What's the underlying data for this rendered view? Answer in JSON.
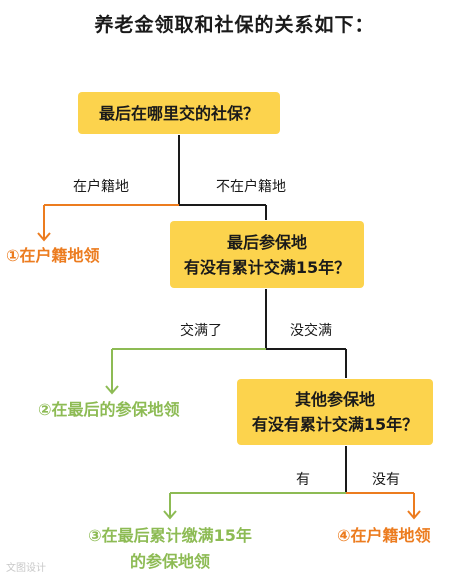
{
  "title": "养老金领取和社保的关系如下：",
  "colors": {
    "box": "#fcd34d",
    "line": "#1a1a1a",
    "orange": "#ec7c1f",
    "green": "#8dbb54"
  },
  "q1": {
    "text": "最后在哪里交的社保？"
  },
  "q2": {
    "line1": "最后参保地",
    "line2": "有没有累计交满15年？"
  },
  "q3": {
    "line1": "其他参保地",
    "line2": "有没有累计交满15年？"
  },
  "branches": {
    "q1_left": "在户籍地",
    "q1_right": "不在户籍地",
    "q2_left": "交满了",
    "q2_right": "没交满",
    "q3_left": "有",
    "q3_right": "没有"
  },
  "results": {
    "r1": "①在户籍地领",
    "r2": "②在最后的参保地领",
    "r3_line1": "③在最后累计缴满15年",
    "r3_line2": "的参保地领",
    "r4": "④在户籍地领"
  },
  "watermark": "文图设计"
}
